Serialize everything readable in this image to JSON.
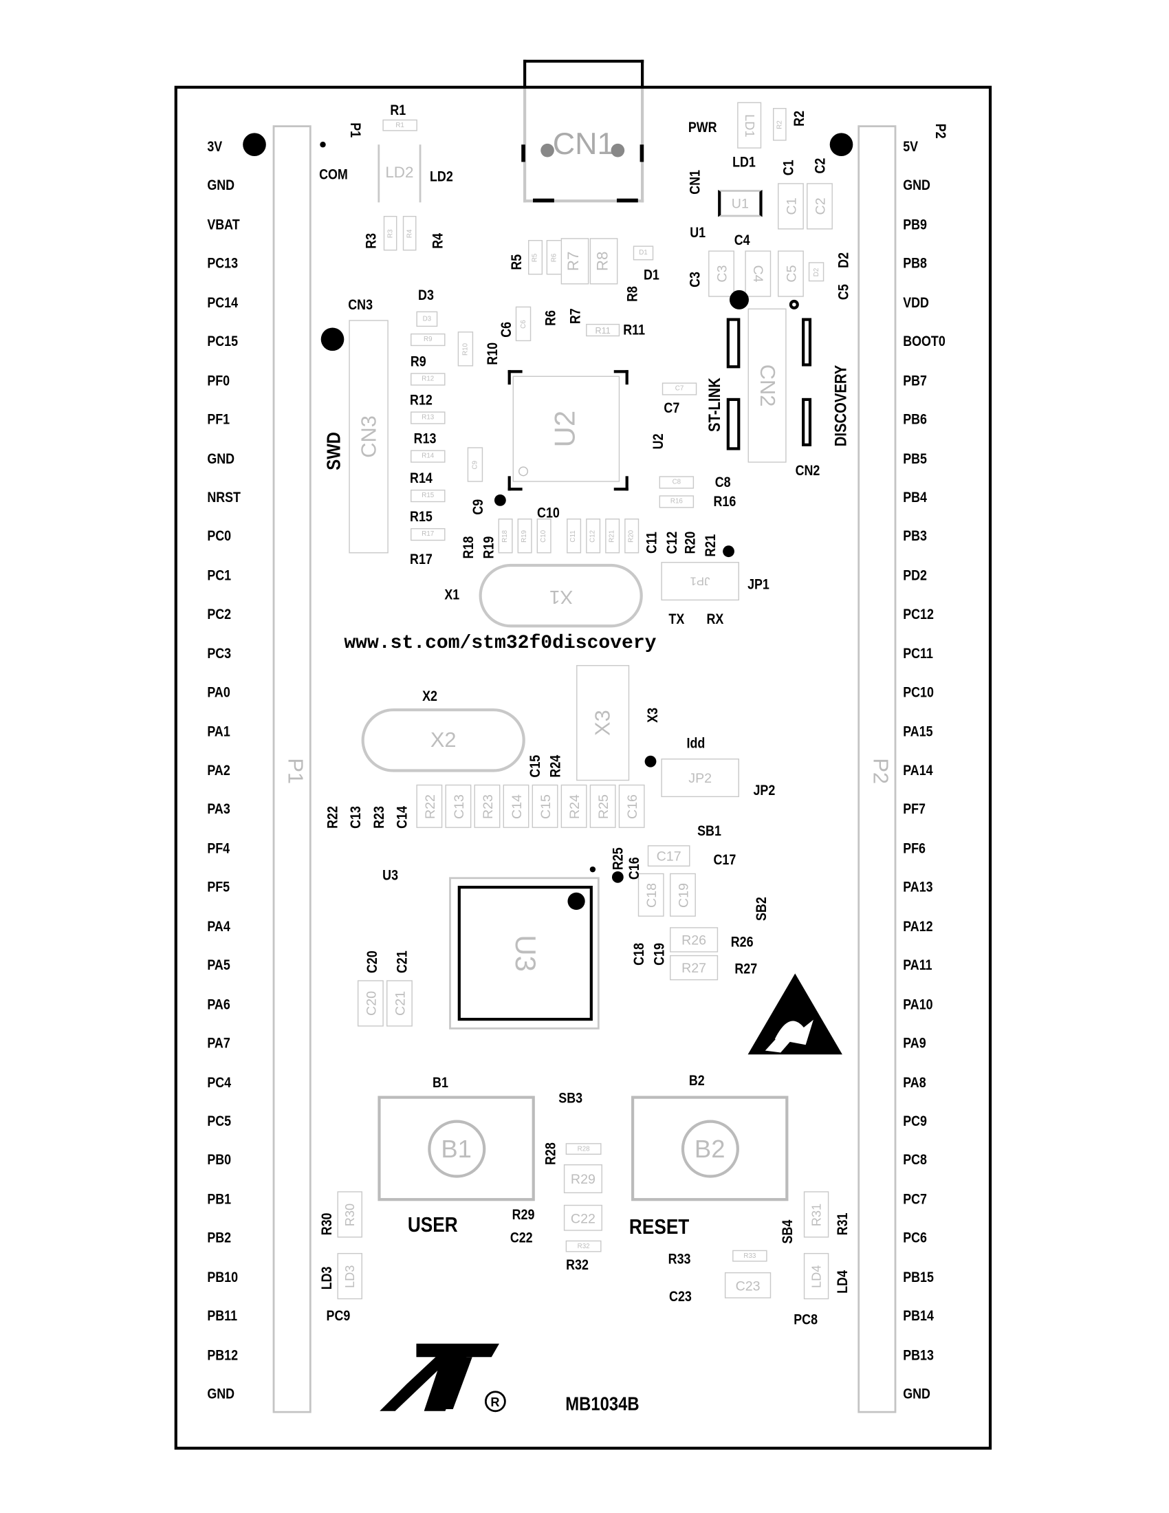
{
  "pins": {
    "left": [
      "3V",
      "GND",
      "VBAT",
      "PC13",
      "PC14",
      "PC15",
      "PF0",
      "PF1",
      "GND",
      "NRST",
      "PC0",
      "PC1",
      "PC2",
      "PC3",
      "PA0",
      "PA1",
      "PA2",
      "PA3",
      "PF4",
      "PF5",
      "PA4",
      "PA5",
      "PA6",
      "PA7",
      "PC4",
      "PC5",
      "PB0",
      "PB1",
      "PB2",
      "PB10",
      "PB11",
      "PB12",
      "GND"
    ],
    "right": [
      "5V",
      "GND",
      "PB9",
      "PB8",
      "VDD",
      "BOOT0",
      "PB7",
      "PB6",
      "PB5",
      "PB4",
      "PB3",
      "PD2",
      "PC12",
      "PC11",
      "PC10",
      "PA15",
      "PA14",
      "PF7",
      "PF6",
      "PA13",
      "PA12",
      "PA11",
      "PA10",
      "PA9",
      "PA8",
      "PC9",
      "PC8",
      "PC7",
      "PC6",
      "PB15",
      "PB14",
      "PB13",
      "GND"
    ]
  },
  "headers": {
    "p1_silk": "P1",
    "p2_silk": "P2"
  },
  "designators": [
    "R1",
    "P1",
    "COM",
    "LD2",
    "R3",
    "R4",
    "R5",
    "D1",
    "R8",
    "CN3",
    "D3",
    "C6",
    "R6",
    "R7",
    "R11",
    "R10",
    "R9",
    "R12",
    "R13",
    "R14",
    "R15",
    "R17",
    "SWD",
    "C9",
    "C10",
    "R18",
    "R19",
    "C11",
    "C12",
    "R20",
    "R21",
    "X1",
    "JP1",
    "TX",
    "RX",
    "X2",
    "X3",
    "Idd",
    "C15",
    "R24",
    "JP2",
    "R22",
    "C13",
    "R23",
    "C14",
    "SB1",
    "C17",
    "R25",
    "C16",
    "U3",
    "SB2",
    "C20",
    "C21",
    "R26",
    "C18",
    "C19",
    "R27",
    "B1",
    "SB3",
    "B2",
    "R28",
    "USER",
    "R29",
    "C22",
    "RESET",
    "R30",
    "SB4",
    "R31",
    "R33",
    "R32",
    "LD3",
    "LD4",
    "C23",
    "PC9",
    "PC8",
    "MB1034B",
    "PWR",
    "R2",
    "LD1",
    "C1",
    "C2",
    "CN1",
    "U1",
    "C4",
    "D2",
    "C3",
    "C5",
    "ST-LINK",
    "DISCOVERY",
    "C7",
    "U2",
    "C8",
    "R16",
    "CN2",
    "P2"
  ],
  "parts": [
    "R1",
    "LD2",
    "R3",
    "R4",
    "R5",
    "R6",
    "R7",
    "R8",
    "D1",
    "C6",
    "R11",
    "D3",
    "R9",
    "R10",
    "R12",
    "R13",
    "R14",
    "R15",
    "R17",
    "C9",
    "C7",
    "C8",
    "R16",
    "R18",
    "R19",
    "C10",
    "C11",
    "C12",
    "R21",
    "R20",
    "CN3",
    "U2",
    "X1",
    "JP1",
    "X2",
    "X3",
    "JP2",
    "R22",
    "C13",
    "R23",
    "C14",
    "C15",
    "R24",
    "R25",
    "C16",
    "C17",
    "C18",
    "C19",
    "R26",
    "R27",
    "U3",
    "C20",
    "C21",
    "B1",
    "B2",
    "R28",
    "R29",
    "C22",
    "R32",
    "R30",
    "LD3",
    "R33",
    "C23",
    "R31",
    "LD4",
    "LD1",
    "R2",
    "U1",
    "C1",
    "C2",
    "C3",
    "C4",
    "C5",
    "D2",
    "CN2",
    "CN1"
  ],
  "url": "www.st.com/stm32f0discovery",
  "logo": {
    "text": "ST",
    "registered": "®"
  }
}
